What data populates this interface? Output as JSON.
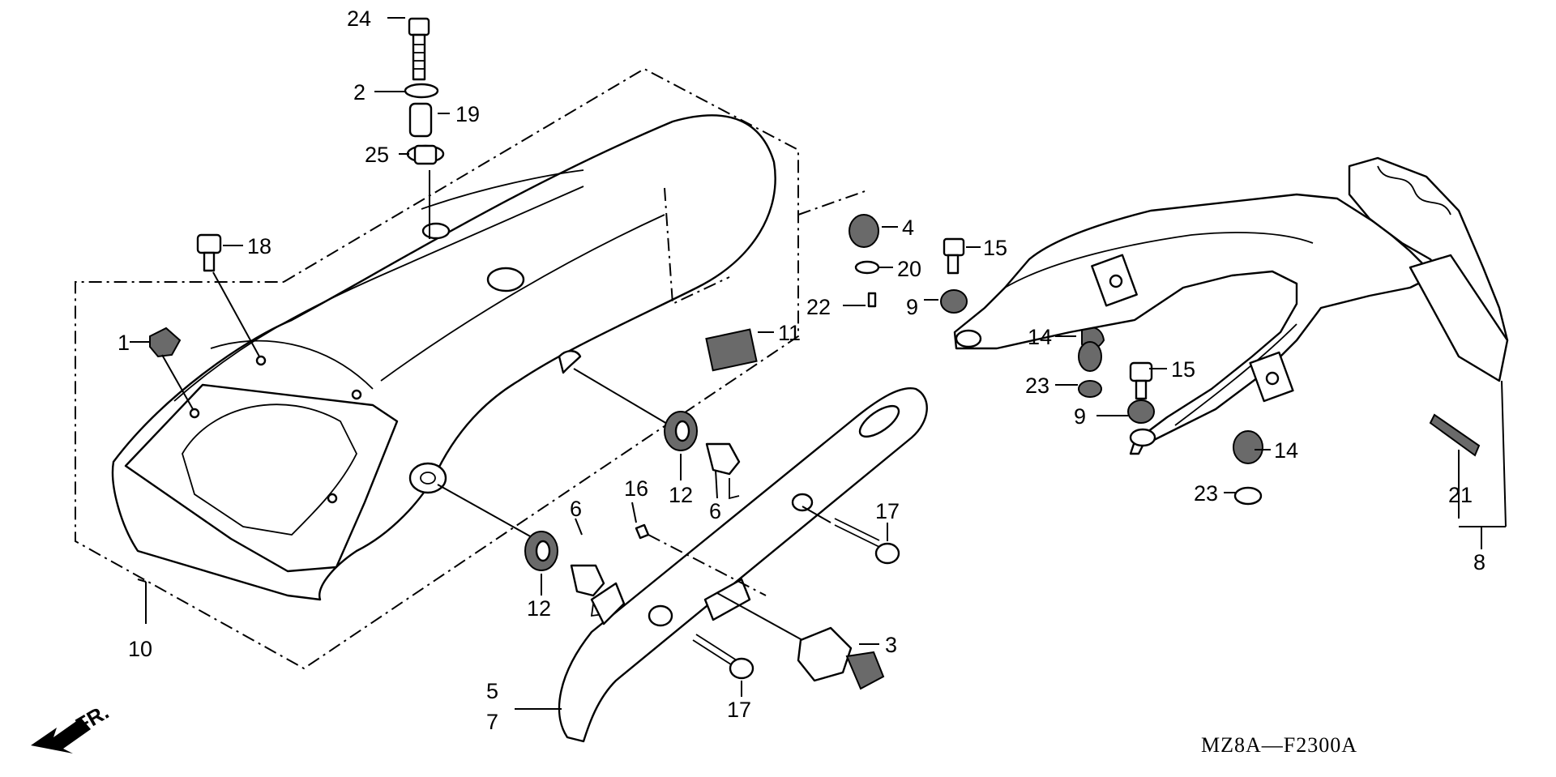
{
  "diagram": {
    "code": "MZ8A—F2300A",
    "direction_label": "FR.",
    "callouts": {
      "c1": "1",
      "c2": "2",
      "c3": "3",
      "c4": "4",
      "c5": "5",
      "c6a": "6",
      "c6b": "6",
      "c7": "7",
      "c8": "8",
      "c9a": "9",
      "c9b": "9",
      "c10": "10",
      "c11": "11",
      "c12a": "12",
      "c12b": "12",
      "c14a": "14",
      "c14b": "14",
      "c15a": "15",
      "c15b": "15",
      "c16": "16",
      "c17a": "17",
      "c17b": "17",
      "c18": "18",
      "c19": "19",
      "c20": "20",
      "c21": "21",
      "c22": "22",
      "c23a": "23",
      "c23b": "23",
      "c24": "24",
      "c25": "25"
    }
  }
}
